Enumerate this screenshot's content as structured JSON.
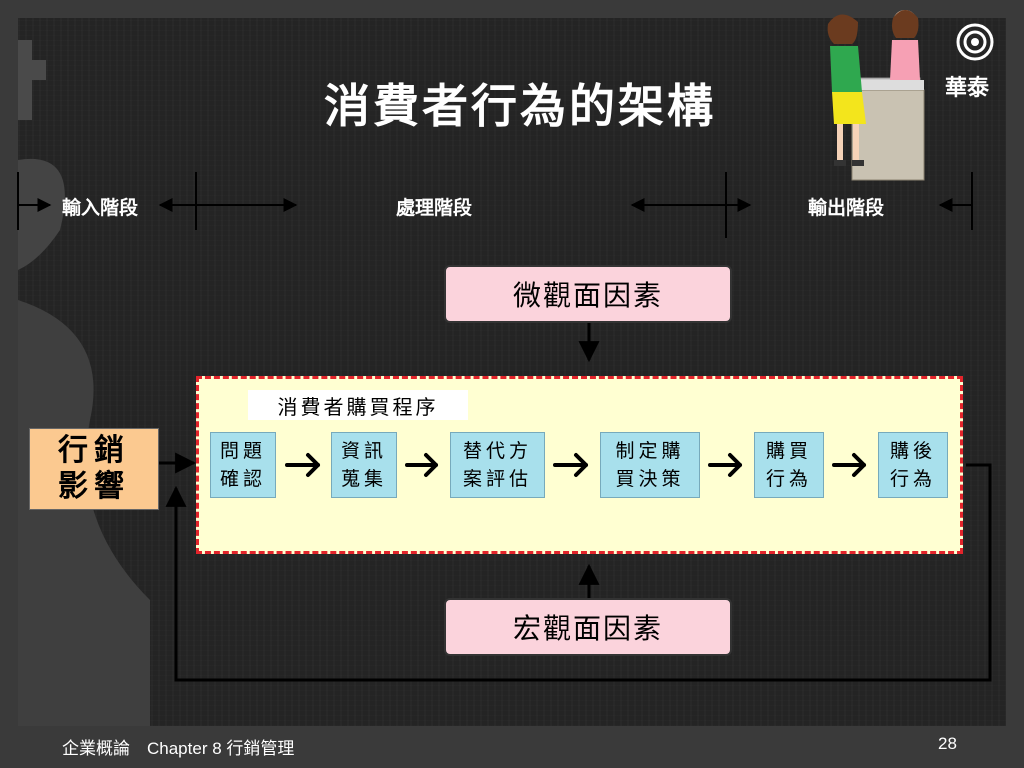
{
  "slide": {
    "title": "消費者行為的架構",
    "brand": "華泰"
  },
  "stages": {
    "input": "輸入階段",
    "process": "處理階段",
    "output": "輸出階段"
  },
  "factors": {
    "micro": "微觀面因素",
    "macro": "宏觀面因素"
  },
  "influence": {
    "line1": "行銷",
    "line2": "影響"
  },
  "process_box": {
    "label": "消費者購買程序",
    "steps": [
      {
        "line1": "問題",
        "line2": "確認"
      },
      {
        "line1": "資訊",
        "line2": "蒐集"
      },
      {
        "line1": "替代方",
        "line2": "案評估"
      },
      {
        "line1": "制定購",
        "line2": "買決策"
      },
      {
        "line1": "購買",
        "line2": "行為"
      },
      {
        "line1": "購後",
        "line2": "行為"
      }
    ]
  },
  "footer": {
    "course": "企業概論　Chapter 8  行銷管理",
    "page": "28"
  },
  "colors": {
    "factor_fill": "#fbd3dc",
    "process_fill": "#ffffd2",
    "process_border": "#e3242b",
    "step_fill": "#a8e0ec",
    "influence_fill": "#fbc990"
  }
}
